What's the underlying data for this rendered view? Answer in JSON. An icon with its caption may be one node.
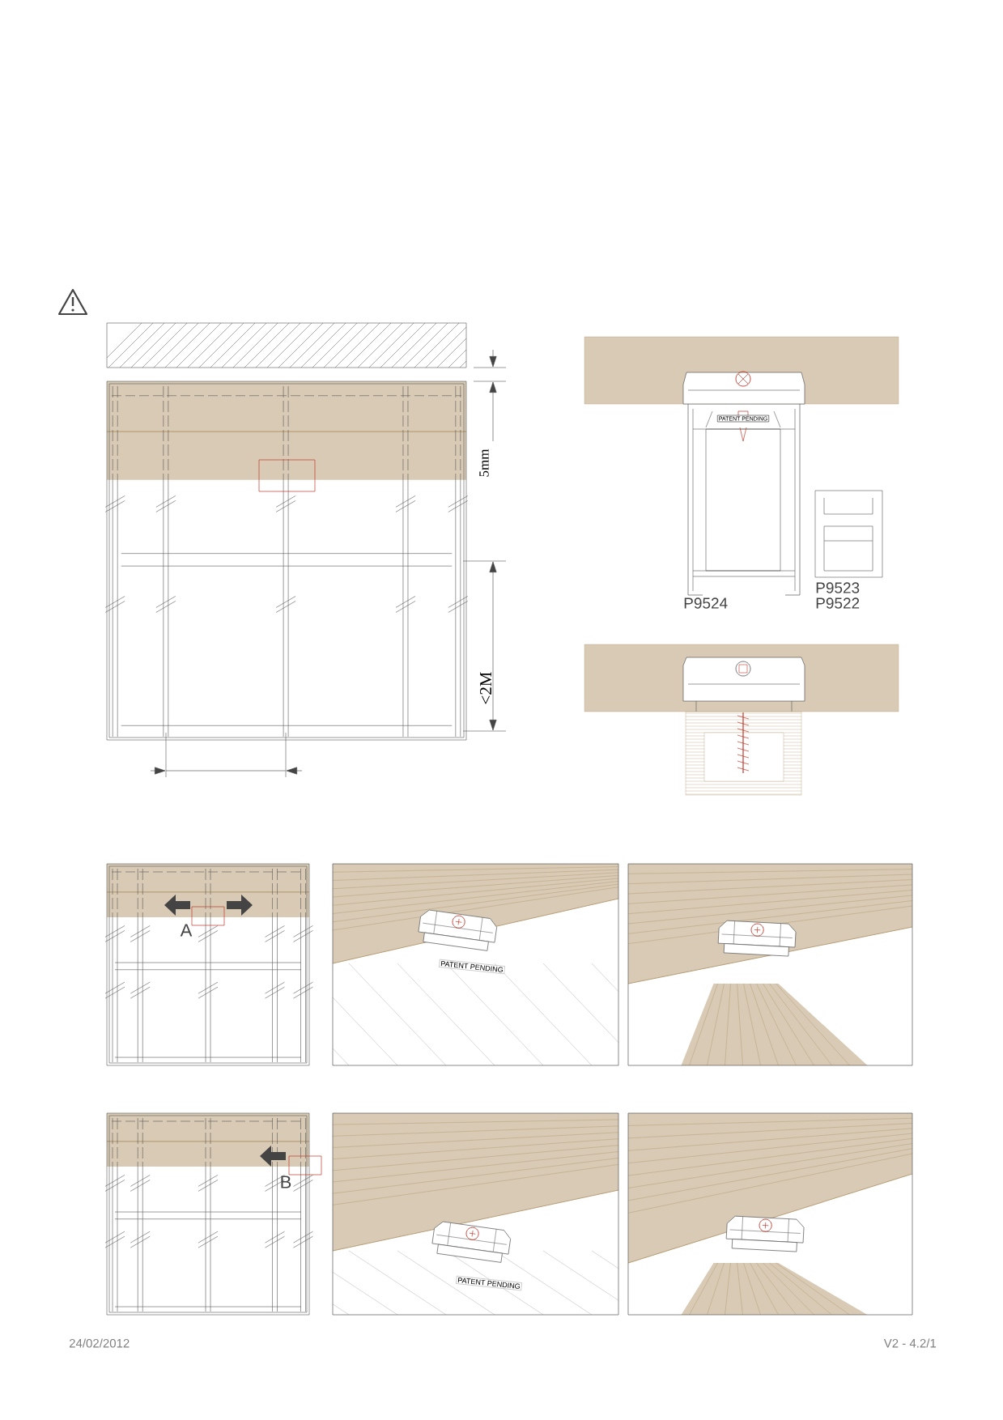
{
  "diagram": {
    "labels": [
      "PATENT PENDING",
      "5mm",
      "P9523",
      "P9524",
      "P9522",
      "<2M",
      "A",
      "PATENT PENDING",
      "B",
      "PATENT PENDING",
      "24/02/2012",
      "V2 -  4.2/1"
    ]
  }
}
